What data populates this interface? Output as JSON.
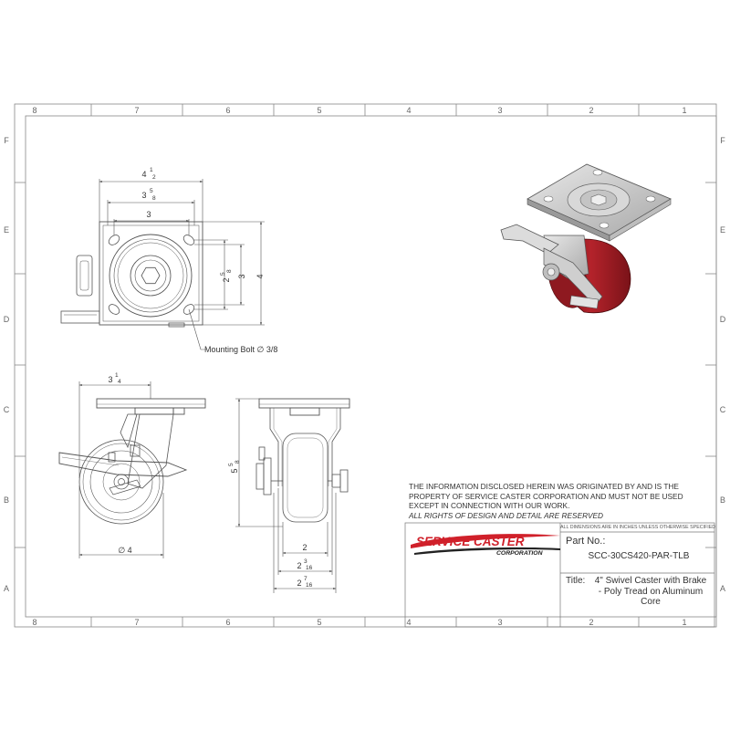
{
  "border": {
    "columns": [
      "8",
      "7",
      "6",
      "5",
      "4",
      "3",
      "2",
      "1"
    ],
    "rows": [
      "F",
      "E",
      "D",
      "C",
      "B",
      "A"
    ]
  },
  "top_view": {
    "dims": {
      "overall_width": {
        "whole": "4",
        "num": "1",
        "den": "2"
      },
      "inner_width": {
        "whole": "3",
        "num": "5",
        "den": "8"
      },
      "bolt_spacing_x": "3",
      "bolt_spacing_y": "3",
      "inner_height": {
        "whole": "2",
        "num": "5",
        "den": "8"
      },
      "overall_height": "4"
    },
    "callout": "Mounting Bolt ∅ 3/8"
  },
  "side_view": {
    "dims": {
      "offset": {
        "whole": "3",
        "num": "1",
        "den": "4"
      },
      "wheel_diameter": "∅ 4",
      "overall_height": {
        "whole": "5",
        "num": "5",
        "den": "8"
      }
    }
  },
  "front_view": {
    "dims": {
      "wheel_width": "2",
      "hub_length": {
        "whole": "2",
        "num": "3",
        "den": "16"
      },
      "overall_width": {
        "whole": "2",
        "num": "7",
        "den": "16"
      }
    }
  },
  "notice": [
    "THE INFORMATION DISCLOSED HEREIN WAS ORIGINATED BY AND IS THE",
    "PROPERTY OF SERVICE CASTER CORPORATION AND MUST NOT BE USED",
    "EXCEPT IN CONNECTION WITH OUR WORK.",
    "ALL RIGHTS OF DESIGN AND DETAIL ARE RESERVED"
  ],
  "title_block": {
    "dimensions_note": "ALL DIMENSIONS ARE IN INCHES UNLESS OTHERWISE SPECIFIED",
    "logo_main": "SERVICE CASTER",
    "logo_sub": "CORPORATION",
    "part_label": "Part No.:",
    "part_number": "SCC-30CS420-PAR-TLB",
    "title_label": "Title:",
    "title_lines": [
      "4\" Swivel Caster with Brake",
      "- Poly Tread on Aluminum",
      "Core"
    ]
  },
  "colors": {
    "line": "#555555",
    "wheel_red": "#9b1c22",
    "logo_red": "#d0202a"
  }
}
